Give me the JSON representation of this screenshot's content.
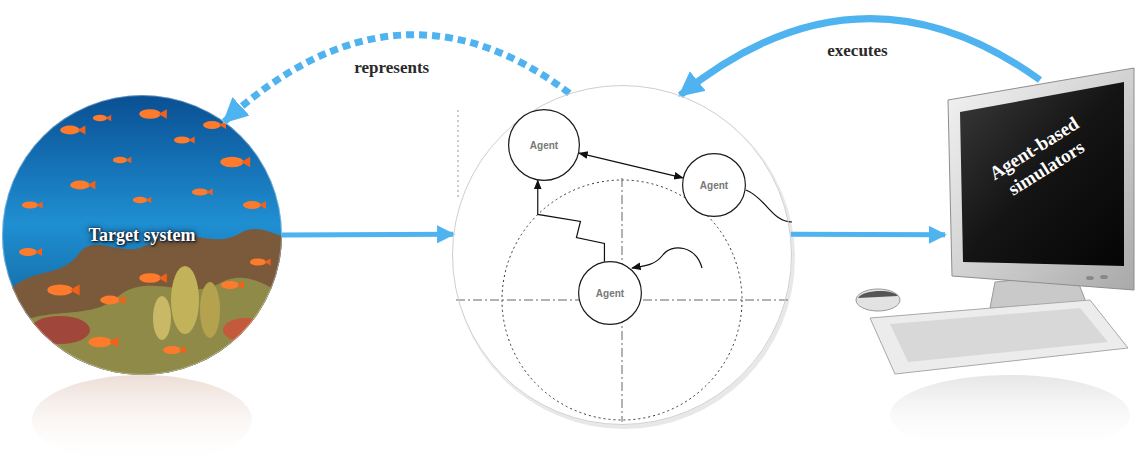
{
  "diagram": {
    "nodes": [
      {
        "text": [
          "Target system"
        ]
      },
      {
        "text": []
      },
      {
        "text": [
          "Agent"
        ],
        "in": 1
      },
      {
        "text": [
          "Agent"
        ],
        "in": 1
      },
      {
        "text": [
          "Agent"
        ],
        "in": 1
      },
      {
        "text": [
          "Agent-based simulators"
        ]
      }
    ],
    "edges": [
      {
        "from": 0,
        "to": 1,
        "arrow": "to"
      },
      {
        "from": 1,
        "to": 5,
        "arrow": "to"
      },
      {
        "from": 1,
        "to": 0,
        "label": "represents",
        "arrow": "to"
      },
      {
        "from": 5,
        "to": 1,
        "label": "executes",
        "arrow": "to"
      },
      {
        "from": 2,
        "to": 3,
        "arrow": "both"
      },
      {
        "from": 4,
        "to": 2,
        "arrow": "to"
      }
    ]
  }
}
